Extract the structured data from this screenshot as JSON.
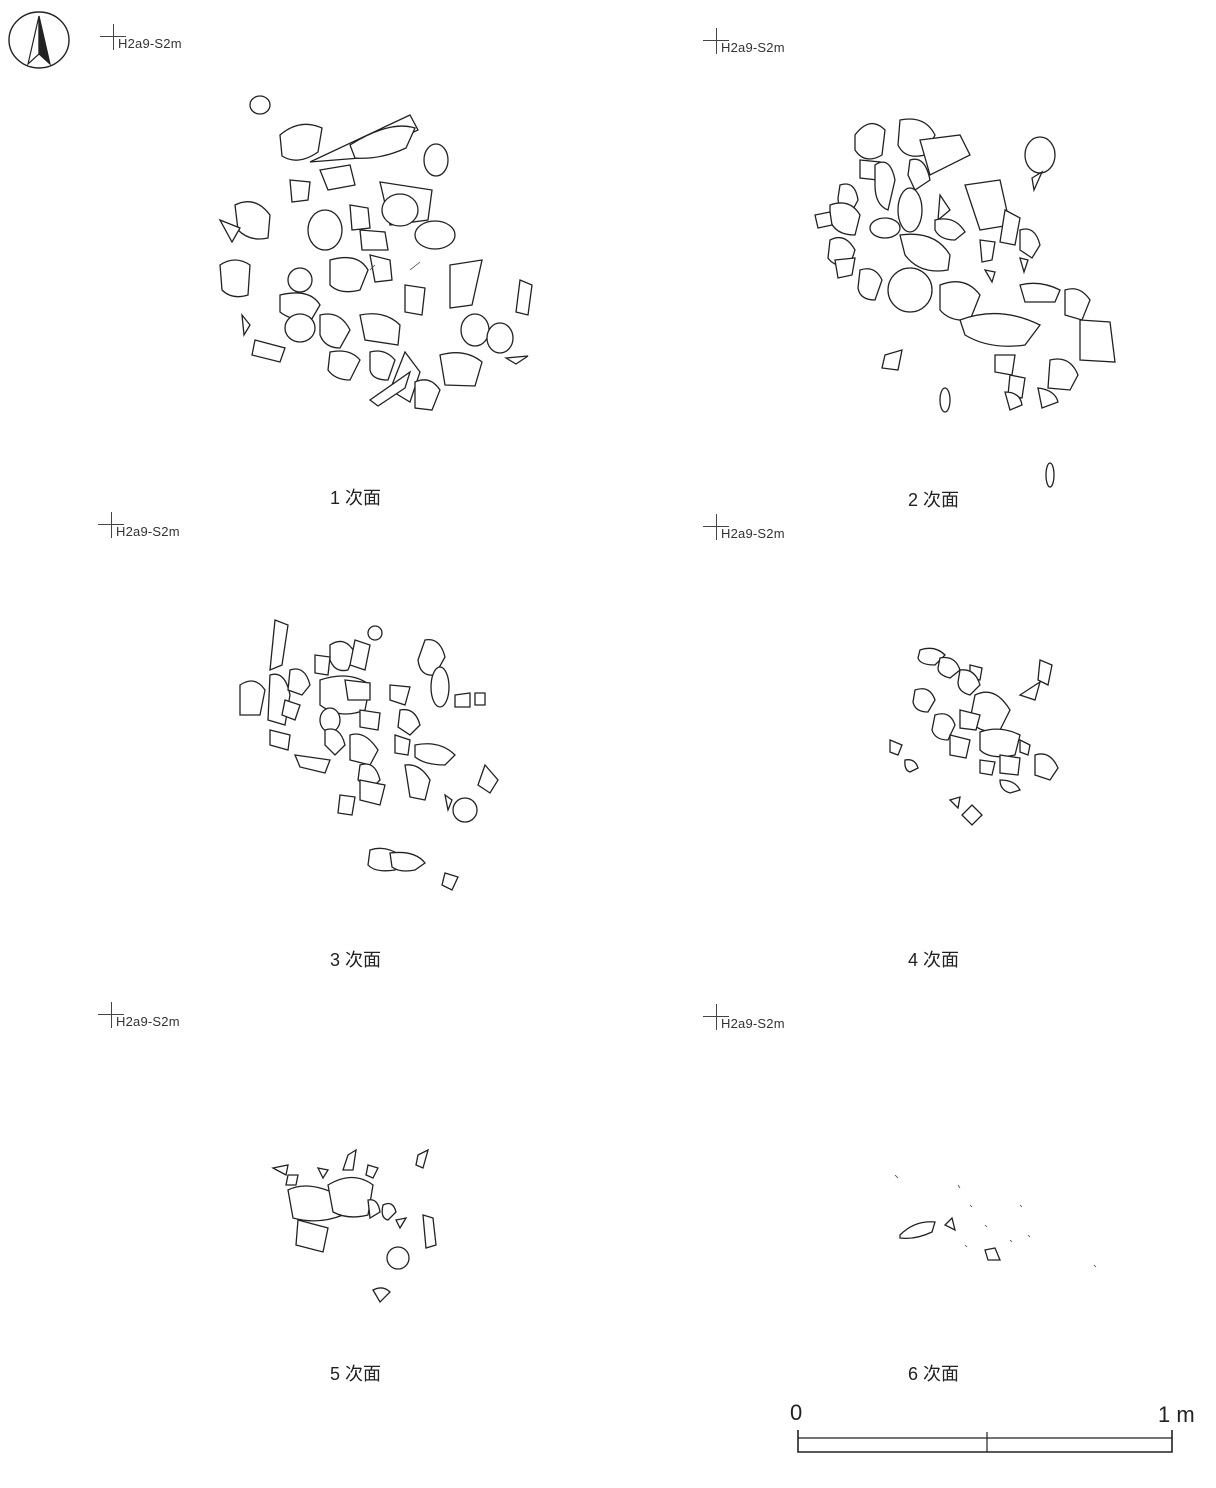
{
  "north_arrow": {
    "icon": "north-arrow-icon"
  },
  "datum_label": "H2a9-S2m",
  "panels": [
    {
      "caption": "1 次面"
    },
    {
      "caption": "2 次面"
    },
    {
      "caption": "3 次面"
    },
    {
      "caption": "4 次面"
    },
    {
      "caption": "5 次面"
    },
    {
      "caption": "6 次面"
    }
  ],
  "scale_bar": {
    "start_label": "0",
    "end_label": "1 m"
  }
}
